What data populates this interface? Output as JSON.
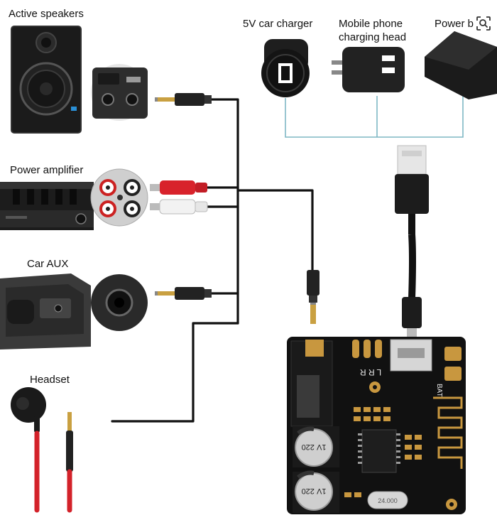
{
  "labels": {
    "active_speakers": "Active speakers",
    "power_amplifier": "Power amplifier",
    "car_aux": "Car AUX",
    "headset": "Headset",
    "car_charger": "5V car charger",
    "mobile_head_line1": "Mobile phone",
    "mobile_head_line2": "charging head",
    "power_bank": "Power b"
  },
  "board_silkscreen": {
    "lr_marking": "L R R",
    "bat_marking": "BAT",
    "cap_top": "1V 220",
    "cap_bottom": "1V 220",
    "crystal": "24.000"
  },
  "colors": {
    "cable": "#111111",
    "usb_link": "#7fb7c4",
    "rca_red": "#d8222b",
    "rca_white": "#f2f2f2",
    "headset_red": "#d3222a",
    "board": "#111111",
    "gold": "#c8973f"
  },
  "icons": [
    "lens-search-icon"
  ]
}
